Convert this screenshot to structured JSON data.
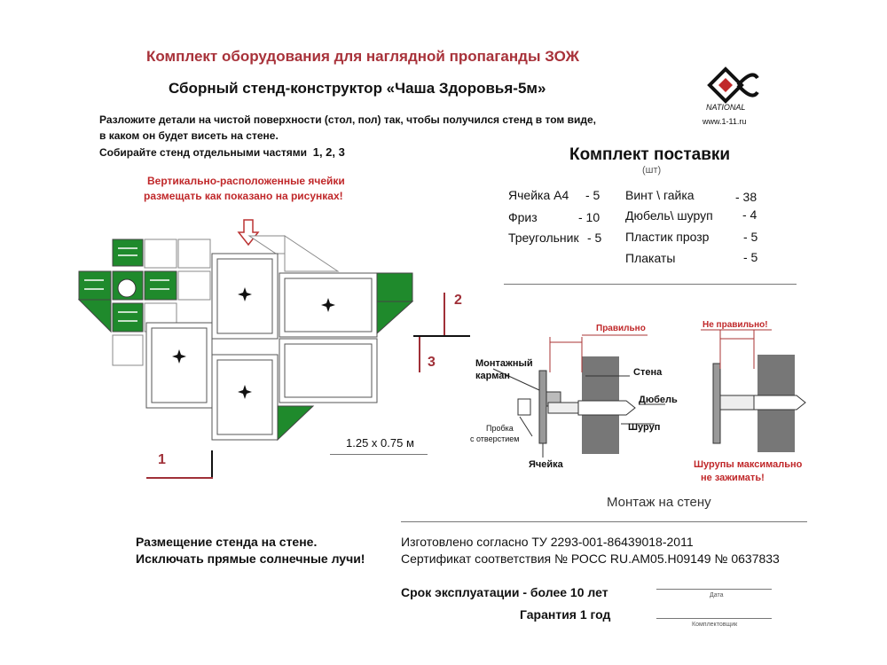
{
  "header": {
    "title": "Комплект оборудования для наглядной пропаганды ЗОЖ",
    "subtitle": "Сборный стенд-конструктор «Чаша Здоровья-5м»"
  },
  "logo": {
    "brand": "NATIONAL",
    "url": "www.1-11.ru"
  },
  "instructions": {
    "line1": "Разложите детали на чистой поверхности (стол, пол) так, чтобы получился стенд в том виде,",
    "line2": "в каком он будет висеть на стене.",
    "line3": "Собирайте стенд отдельными частями",
    "parts": "1, 2, 3"
  },
  "warning": {
    "line1": "Вертикально-расположенные ячейки",
    "line2": "размещать как показано на рисунках!"
  },
  "kit": {
    "title": "Комплект поставки",
    "unit": "(шт)",
    "left": [
      {
        "name": "Ячейка А4",
        "qty": "- 5"
      },
      {
        "name": "Фриз",
        "qty": "- 10"
      },
      {
        "name": "Треугольник",
        "qty": "- 5"
      }
    ],
    "right": [
      {
        "name": "Винт \\ гайка",
        "qty": "- 38"
      },
      {
        "name": "Дюбель\\ шуруп",
        "qty": "- 4"
      },
      {
        "name": "Пластик прозр",
        "qty": "- 5"
      },
      {
        "name": "Плакаты",
        "qty": "- 5"
      }
    ]
  },
  "diagram": {
    "size": "1.25 х 0.75 м",
    "part1": "1",
    "part2": "2",
    "part3": "3"
  },
  "mounting": {
    "correct": "Правильно",
    "incorrect": "Не правильно!",
    "label_pocket_1": "Монтажный",
    "label_pocket_2": "карман",
    "label_wall": "Стена",
    "label_dowel": "Дюбель",
    "label_screw": "Шуруп",
    "label_plug_1": "Пробка",
    "label_plug_2": "с отверстием",
    "label_cell": "Ячейка",
    "note_1": "Шурупы максимально",
    "note_2": "не зажимать!",
    "caption": "Монтаж на стену"
  },
  "footer": {
    "placement_1": "Размещение стенда на стене.",
    "placement_2": "Исключать прямые солнечные лучи!",
    "made_by": "Изготовлено согласно ТУ 2293-001-86439018-2011",
    "certificate": "Сертификат соответствия № РОСС RU.АМ05.Н09149   № 0637833",
    "lifetime": "Срок эксплуатации - более 10 лет",
    "warranty": "Гарантия 1 год",
    "date_label": "Дата",
    "packer_label": "Комплектовщик"
  }
}
